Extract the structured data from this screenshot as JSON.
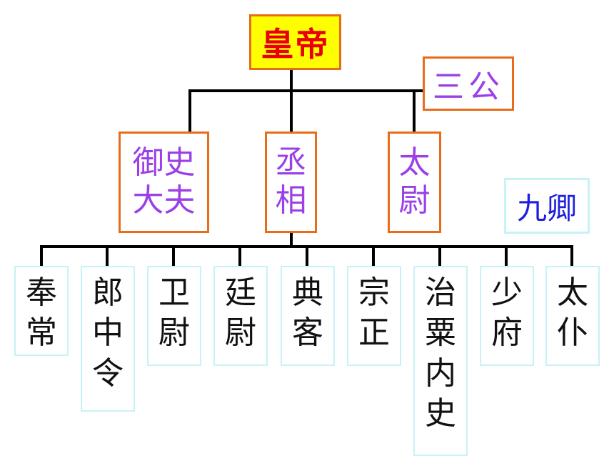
{
  "diagram": {
    "emperor": "皇帝",
    "three_excellencies_label": "三公",
    "nine_ministers_label": "九卿",
    "three_excellencies": [
      {
        "text": "御史\n大夫"
      },
      {
        "text": "丞\n相"
      },
      {
        "text": "太\n尉"
      }
    ],
    "nine_ministers": [
      {
        "text": "奉\n常"
      },
      {
        "text": "郎\n中\n令"
      },
      {
        "text": "卫\n尉"
      },
      {
        "text": "廷\n尉"
      },
      {
        "text": "典\n客"
      },
      {
        "text": "宗\n正"
      },
      {
        "text": "治\n粟\n内\n史"
      },
      {
        "text": "少\n府"
      },
      {
        "text": "太\n仆"
      }
    ]
  },
  "colors": {
    "emperor_fill": "#ffff00",
    "emperor_text": "#e8000b",
    "orange_border": "#e86c1a",
    "purple_text": "#9b3fe8",
    "blue_text": "#1e1ee0",
    "cyan_border": "#c7f2f7",
    "connector": "#000000"
  }
}
